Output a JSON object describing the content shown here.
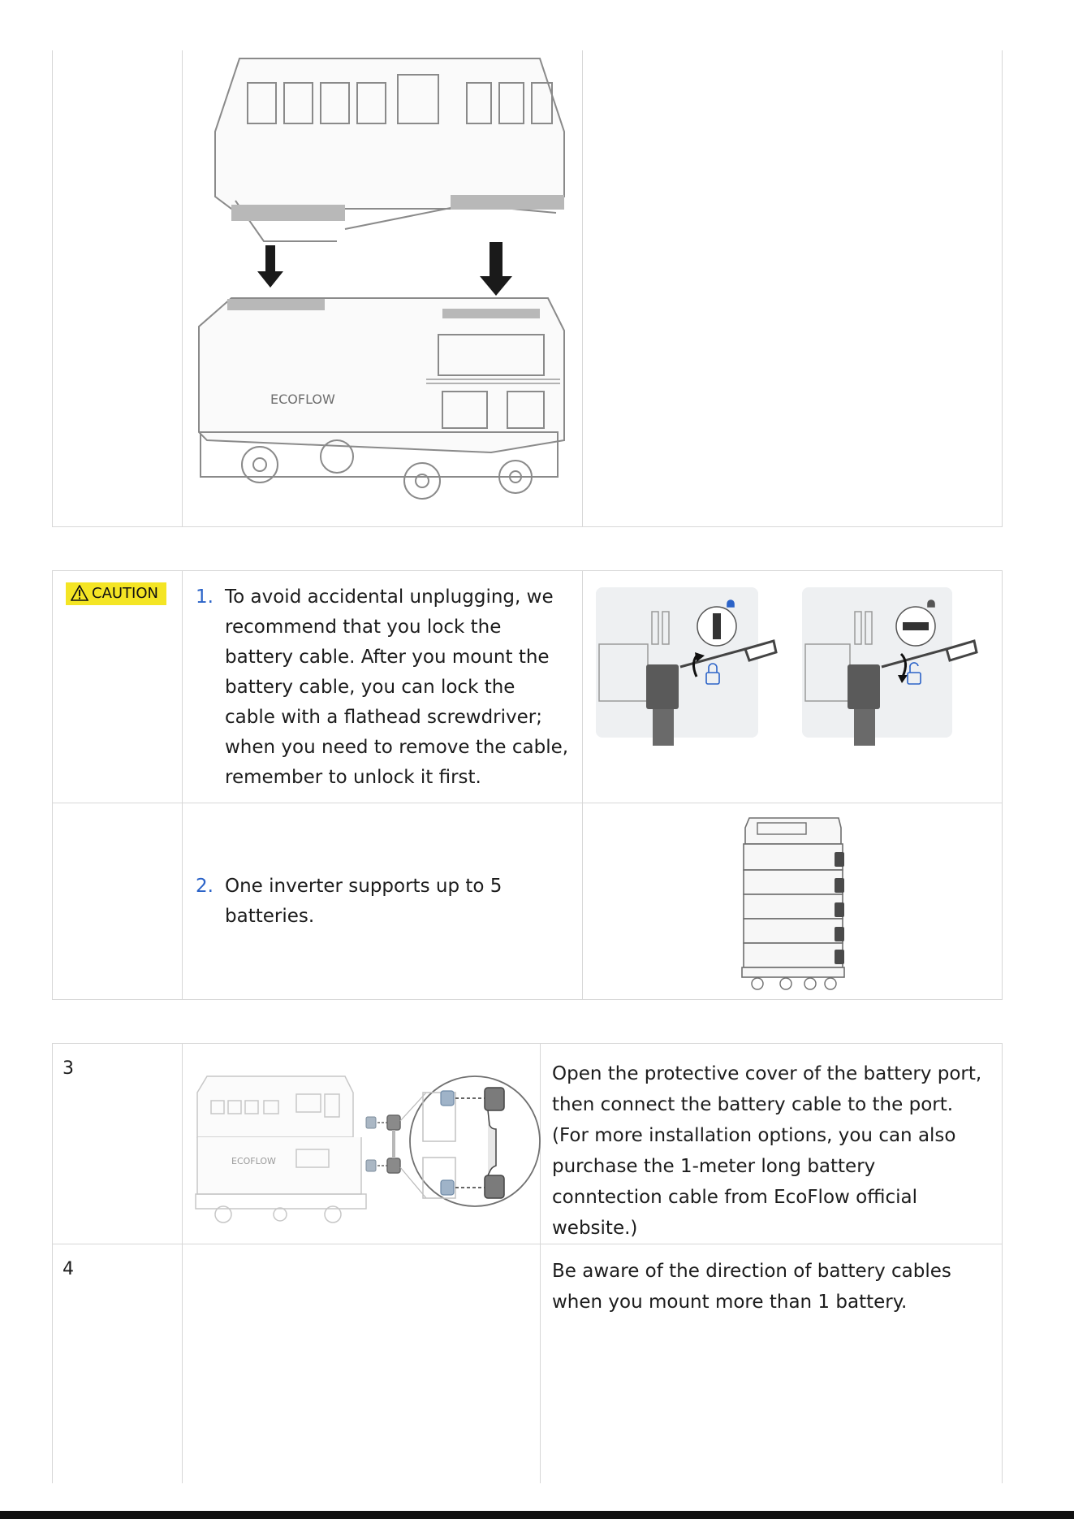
{
  "caution": {
    "label": "CAUTION",
    "icon": "warning-triangle-icon",
    "color": "#f4e524"
  },
  "notes": [
    {
      "number": "1.",
      "text": "To avoid accidental unplugging, we recommend that you lock the battery cable. After you mount the battery cable, you can lock the cable with a flathead screwdriver; when you need to remove the cable, remember to unlock it first."
    },
    {
      "number": "2.",
      "text": "One inverter supports up to 5 batteries."
    }
  ],
  "steps": [
    {
      "number": "3",
      "text": "Open the protective cover of the battery port, then connect the battery cable to the port. (For more installation options, you can also purchase the 1-meter long battery conntection cable from EcoFlow official website.)"
    },
    {
      "number": "4",
      "text": "Be aware of the direction of battery cables when you mount more than 1 battery."
    }
  ],
  "figure": {
    "brand": "ECOFLOW"
  },
  "colors": {
    "link_blue": "#2b63c8",
    "border": "#d7d7d7",
    "caution_yellow": "#f4e524"
  }
}
